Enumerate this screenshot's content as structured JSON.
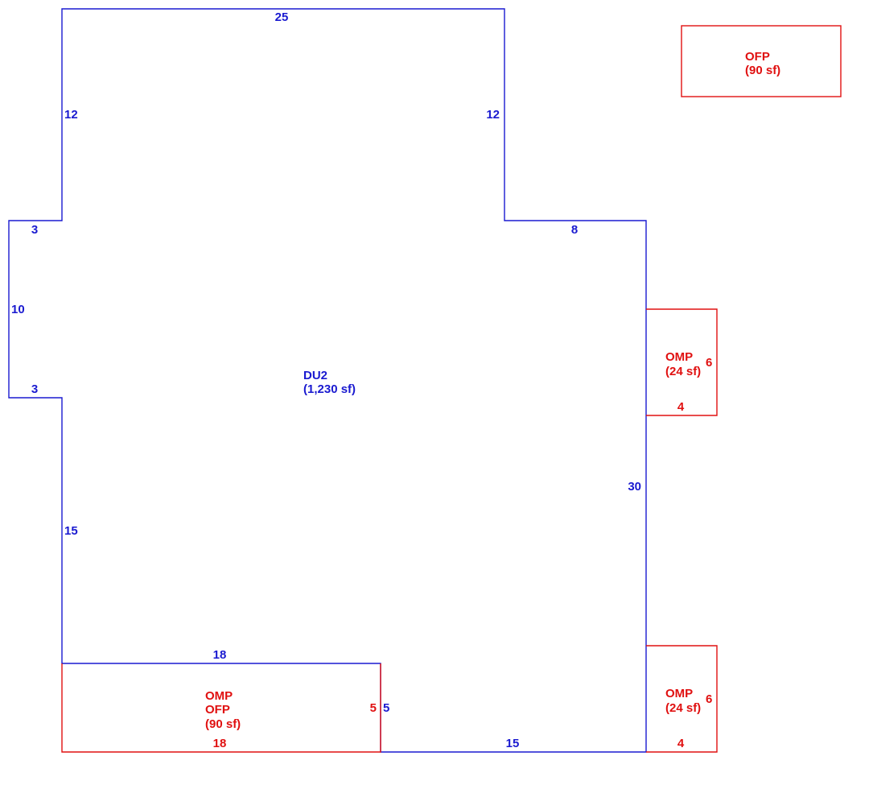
{
  "colors": {
    "dwelling": "#1a1ad0",
    "porch": "#e01010",
    "background": "#ffffff"
  },
  "main_area": {
    "code": "DU2",
    "area": "(1,230 sf)",
    "dimensions": {
      "top": "25",
      "upper_left_wall": "12",
      "upper_right_wall": "12",
      "left_step_top": "3",
      "left_bump": "10",
      "left_step_bottom": "3",
      "right_step": "8",
      "lower_left_wall": "15",
      "right_wall": "30",
      "porch_top": "18",
      "porch_right": "5",
      "bottom": "15"
    }
  },
  "areas": {
    "ofp_detached": {
      "code": "OFP",
      "area": "(90 sf)"
    },
    "omp_upper": {
      "code": "OMP",
      "area": "(24 sf)",
      "side": "6",
      "width": "4"
    },
    "omp_lower": {
      "code": "OMP",
      "area": "(24 sf)",
      "side": "6",
      "width": "4"
    },
    "omp_ofp_front": {
      "code1": "OMP",
      "code2": "OFP",
      "area": "(90 sf)",
      "bottom": "18",
      "side": "5"
    }
  }
}
